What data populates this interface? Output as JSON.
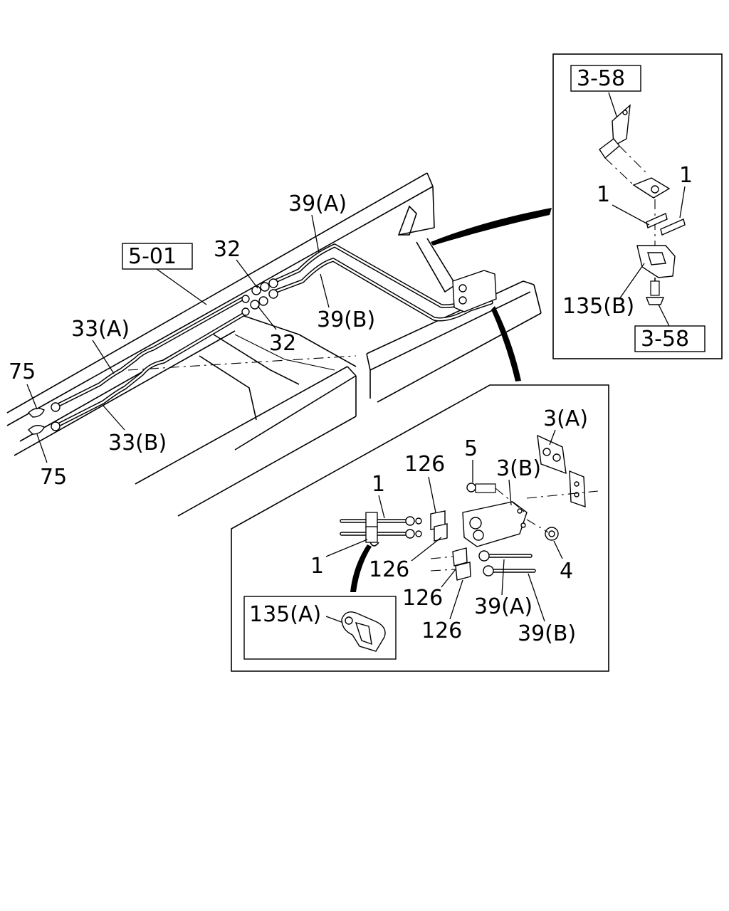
{
  "refs": {
    "main_frame": "5-01",
    "detail_top_upper": "3-58",
    "detail_top_lower": "3-58"
  },
  "callouts": {
    "pipe_39A_main": "39(A)",
    "pipe_39B_main": "39(B)",
    "pipe_33A": "33(A)",
    "pipe_33B": "33(B)",
    "joint_32_upper": "32",
    "joint_32_lower": "32",
    "nut_75_upper": "75",
    "nut_75_lower": "75",
    "clip_1_top_left": "1",
    "clip_1_top_right": "1",
    "clamp_135B": "135(B)",
    "bracket_3A": "3(A)",
    "bracket_3B": "3(B)",
    "bolt_5": "5",
    "nut_4": "4",
    "clip_126_top": "126",
    "clip_126_mid": "126",
    "clip_126_low": "126",
    "clip_126_bottom": "126",
    "clip_1_upper": "1",
    "clip_1_lower": "1",
    "pipe_39A_detail": "39(A)",
    "pipe_39B_detail": "39(B)",
    "clamp_135A": "135(A)"
  }
}
